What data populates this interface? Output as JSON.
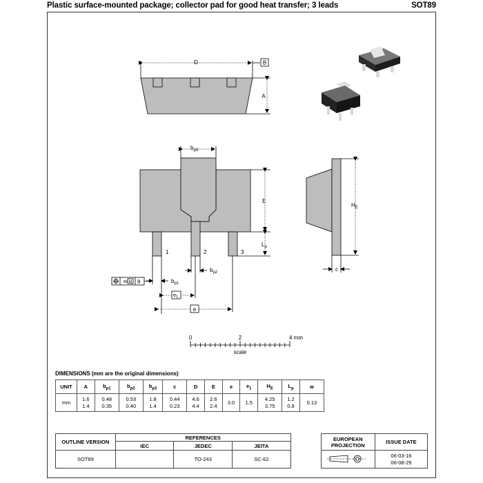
{
  "header": {
    "title": "Plastic surface-mounted package; collector pad for good heat transfer; 3 leads",
    "code": "SOT89"
  },
  "drawing": {
    "top_view": {
      "dim_d": "D",
      "datum_b": "B",
      "dim_a": "A"
    },
    "front_view": {
      "dim_bp3": "b",
      "dim_bp3_sub": "p3",
      "dim_e": "E",
      "dim_lp": "L",
      "dim_lp_sub": "p",
      "pin1": "1",
      "pin2": "2",
      "pin3": "3",
      "dim_bp1": "b",
      "dim_bp1_sub": "p1",
      "dim_bp2": "b",
      "dim_bp2_sub": "p2",
      "dim_e1": "e",
      "dim_e1_sub": "1",
      "dim_e_pitch": "e",
      "tol_w": "w",
      "tol_m": "M",
      "tol_b": "B"
    },
    "side_view": {
      "dim_he": "H",
      "dim_he_sub": "E",
      "dim_c": "c"
    },
    "scale": {
      "t0": "0",
      "t2": "2",
      "t4": "4 mm",
      "label": "scale"
    }
  },
  "dimensions": {
    "title": "DIMENSIONS (mm are the original dimensions)",
    "headers": [
      "UNIT",
      "A",
      "b",
      "b",
      "b",
      "c",
      "D",
      "E",
      "e",
      "e",
      "H",
      "L",
      "w"
    ],
    "header_subs": [
      "",
      "",
      "p1",
      "p2",
      "p3",
      "",
      "",
      "",
      "",
      "1",
      "E",
      "p",
      ""
    ],
    "unit": "mm",
    "max": [
      "1.6",
      "0.48",
      "0.53",
      "1.8",
      "0.44",
      "4.6",
      "2.6",
      "",
      "",
      "4.25",
      "1.2",
      ""
    ],
    "min": [
      "1.4",
      "0.35",
      "0.40",
      "1.4",
      "0.23",
      "4.4",
      "2.4",
      "",
      "",
      "3.75",
      "0.8",
      ""
    ],
    "single": [
      "",
      "",
      "",
      "",
      "",
      "",
      "",
      "3.0",
      "1.5",
      "",
      "",
      "0.13"
    ]
  },
  "references": {
    "outline_version_label": "OUTLINE VERSION",
    "references_label": "REFERENCES",
    "iec_label": "IEC",
    "jedec_label": "JEDEC",
    "jeita_label": "JEITA",
    "projection_label": "EUROPEAN PROJECTION",
    "issue_date_label": "ISSUE DATE",
    "outline_version": "SOT89",
    "iec": "",
    "jedec": "TO-243",
    "jeita": "SC-62",
    "issue_date_1": "06-03-16",
    "issue_date_2": "06-08-29"
  }
}
